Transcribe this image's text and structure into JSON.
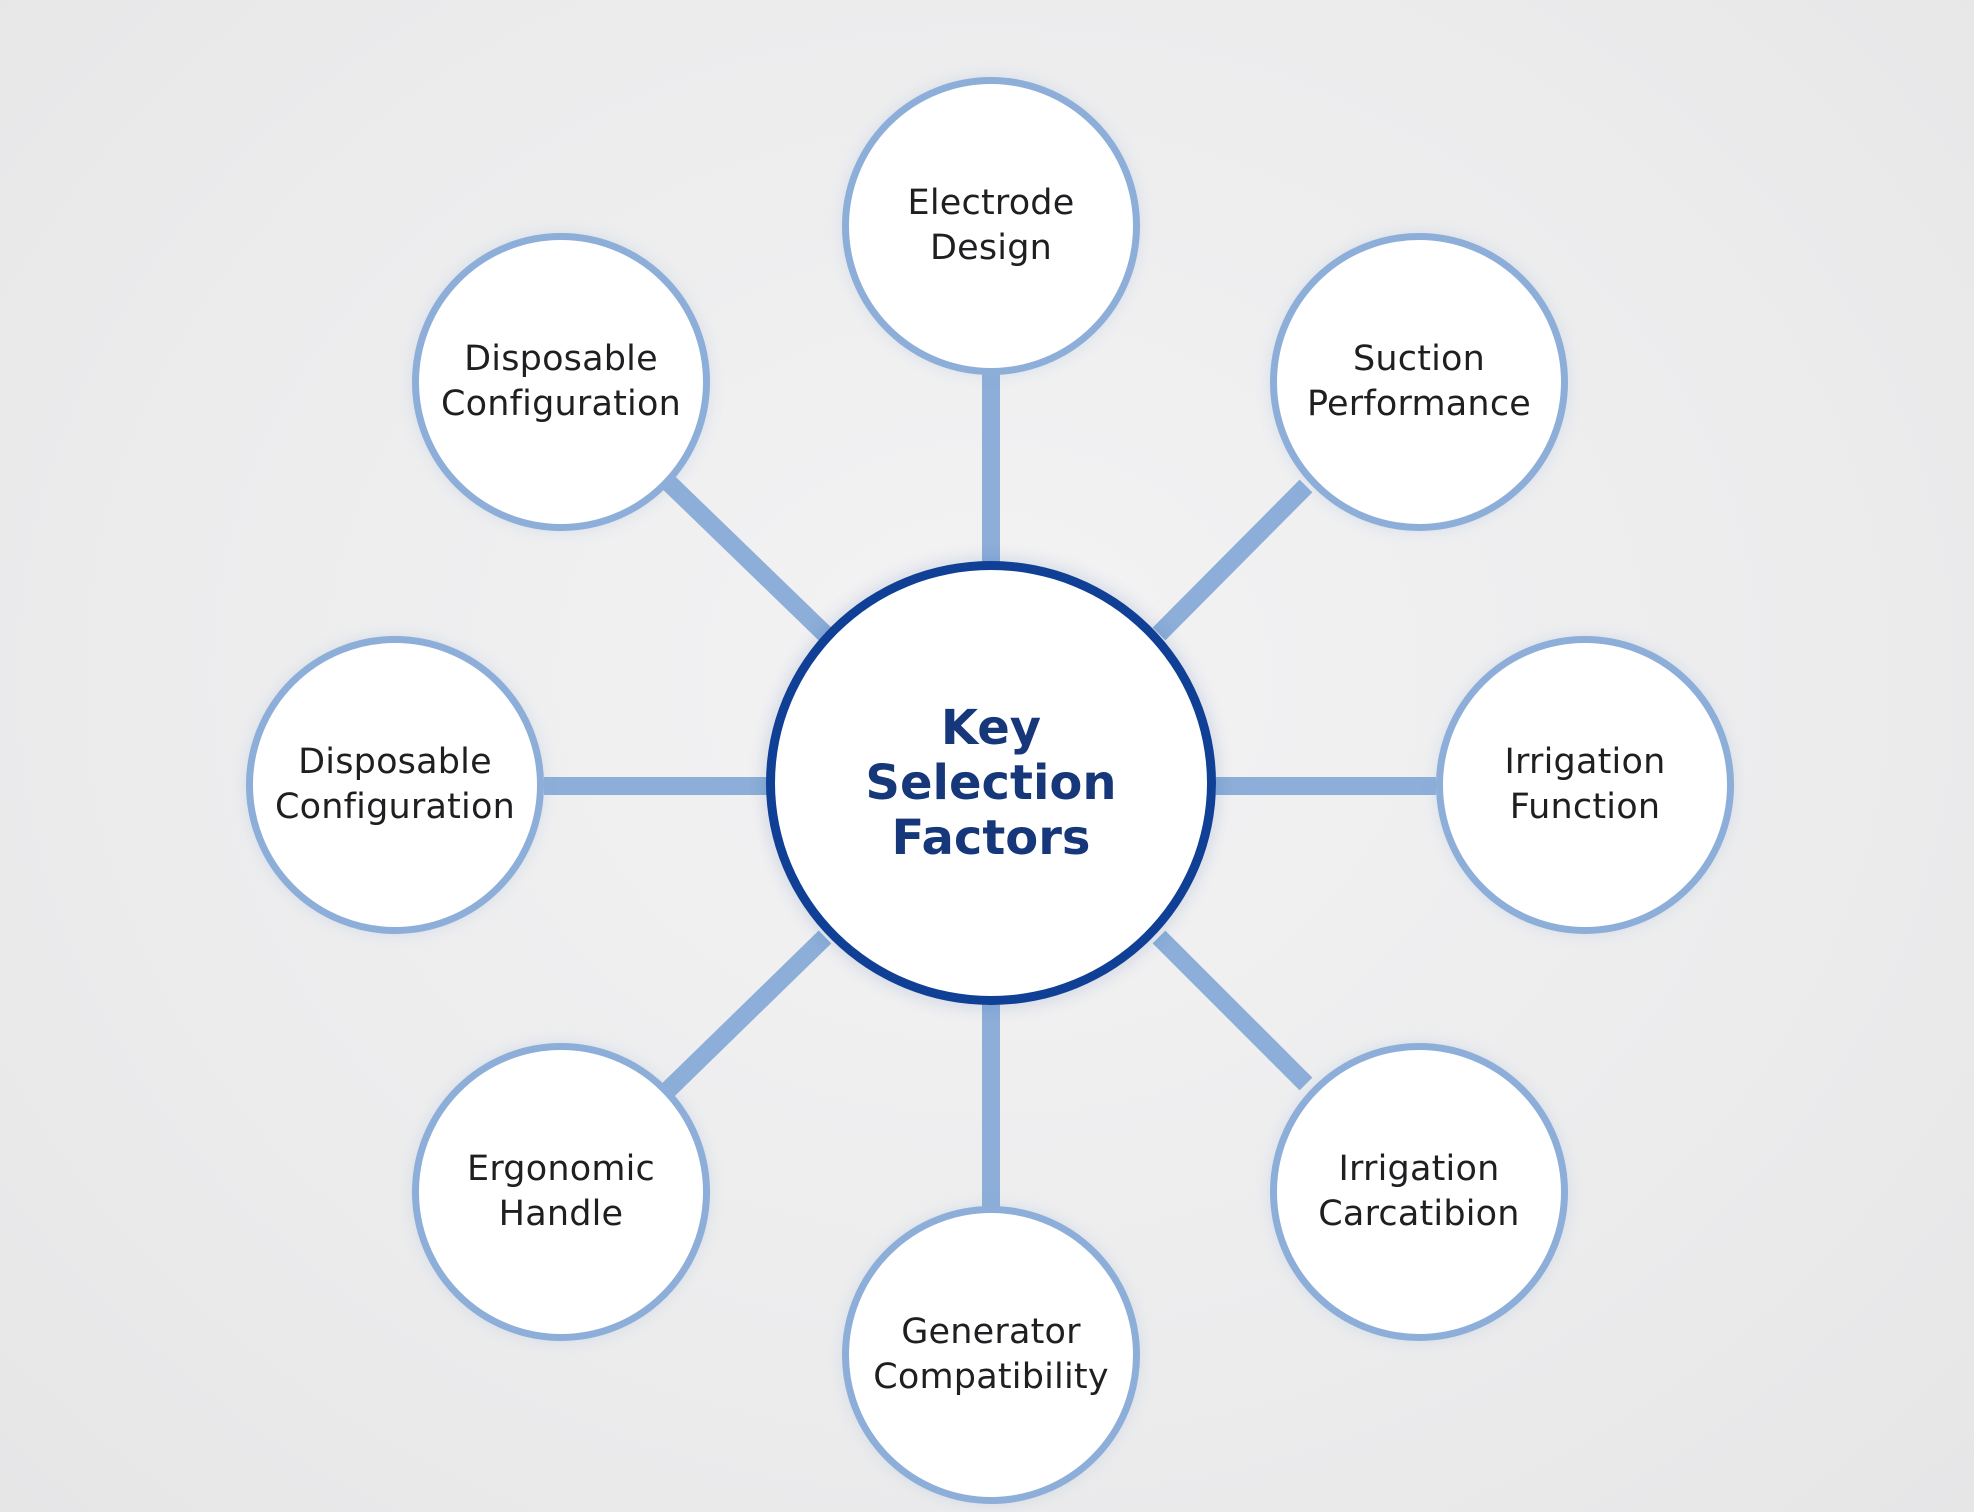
{
  "diagram": {
    "center": {
      "lines": [
        "Key",
        "Selection",
        "Factors"
      ]
    },
    "nodes": [
      {
        "id": "electrode-design",
        "lines": [
          "Electrode",
          "Design"
        ]
      },
      {
        "id": "suction-performance",
        "lines": [
          "Suction",
          "Performance"
        ]
      },
      {
        "id": "irrigation-function",
        "lines": [
          "Irrigation",
          "Function"
        ]
      },
      {
        "id": "irrigation-carcatibion",
        "lines": [
          "Irrigation",
          "Carcatibion"
        ]
      },
      {
        "id": "generator-compatibility",
        "lines": [
          "Generator",
          "Compatibility"
        ]
      },
      {
        "id": "ergonomic-handle",
        "lines": [
          "Ergonomic",
          "Handle"
        ]
      },
      {
        "id": "disposable-configuration-left",
        "lines": [
          "Disposable",
          "Configuration"
        ]
      },
      {
        "id": "disposable-configuration-top-left",
        "lines": [
          "Disposable",
          "Configuration"
        ]
      }
    ],
    "colors": {
      "background": "#ececed",
      "node_border": "#8caed8",
      "connector": "#8caed8",
      "center_border": "#103f96",
      "center_text": "#163779",
      "node_text": "#1f1f22"
    }
  }
}
